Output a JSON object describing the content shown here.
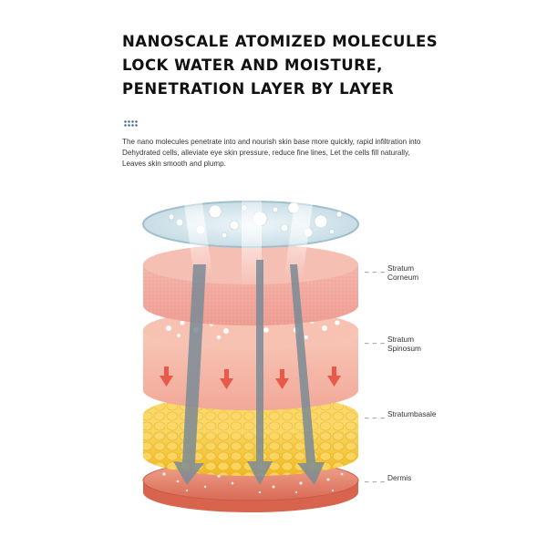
{
  "headline": {
    "lines": [
      "NANOSCALE ATOMIZED MOLECULES",
      "LOCK WATER AND MOISTURE,",
      "PENETRATION LAYER BY LAYER"
    ]
  },
  "description": "The nano molecules penetrate into and nourish skin base more quickly,  rapid infiltration into Dehydrated  cells,  alleviate eye skin pressure,  reduce fine lines,  Let the cells fill naturally,  Leaves skin smooth and plump.",
  "layers": [
    {
      "label_line1": "Stratum",
      "label_line2": "Corneum"
    },
    {
      "label_line1": "Stratum",
      "label_line2": "Spinosum"
    },
    {
      "label_line1": "Stratumbasale",
      "label_line2": ""
    },
    {
      "label_line1": "Dermis",
      "label_line2": ""
    }
  ],
  "colors": {
    "dots": "#3a5a8a",
    "corneum": "#f0a8a0",
    "spinosum": "#f4b0a0",
    "basale": "#f6c840",
    "dermis": "#e88a70",
    "arrow": "#7a8a95",
    "small_arrow": "#e85a4a"
  },
  "icons": [
    "dots-decoration-icon",
    "water-droplet-icon",
    "down-arrow-icon"
  ]
}
